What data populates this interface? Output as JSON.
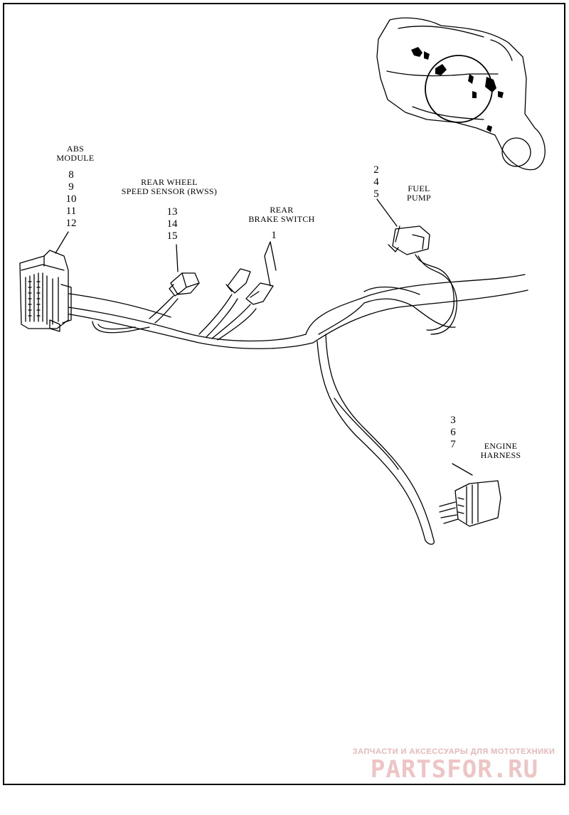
{
  "labels": {
    "abs_module": [
      "ABS",
      "MODULE"
    ],
    "abs_numbers": [
      "8",
      "9",
      "10",
      "11",
      "12"
    ],
    "rwss": [
      "REAR WHEEL",
      "SPEED SENSOR (RWSS)"
    ],
    "rwss_numbers": [
      "13",
      "14",
      "15"
    ],
    "brake": [
      "REAR",
      "BRAKE SWITCH"
    ],
    "brake_number": "1",
    "fuel_numbers": [
      "2",
      "4",
      "5"
    ],
    "fuel": [
      "FUEL",
      "PUMP"
    ],
    "engine_numbers": [
      "3",
      "6",
      "7"
    ],
    "engine": [
      "ENGINE",
      "HARNESS"
    ]
  },
  "watermark": {
    "tagline": "ЗАПЧАСТИ И АКСЕССУАРЫ ДЛЯ МОТОТЕХНИКИ",
    "logo": "PARTSFOR.RU",
    "color": "#efc4c4"
  }
}
